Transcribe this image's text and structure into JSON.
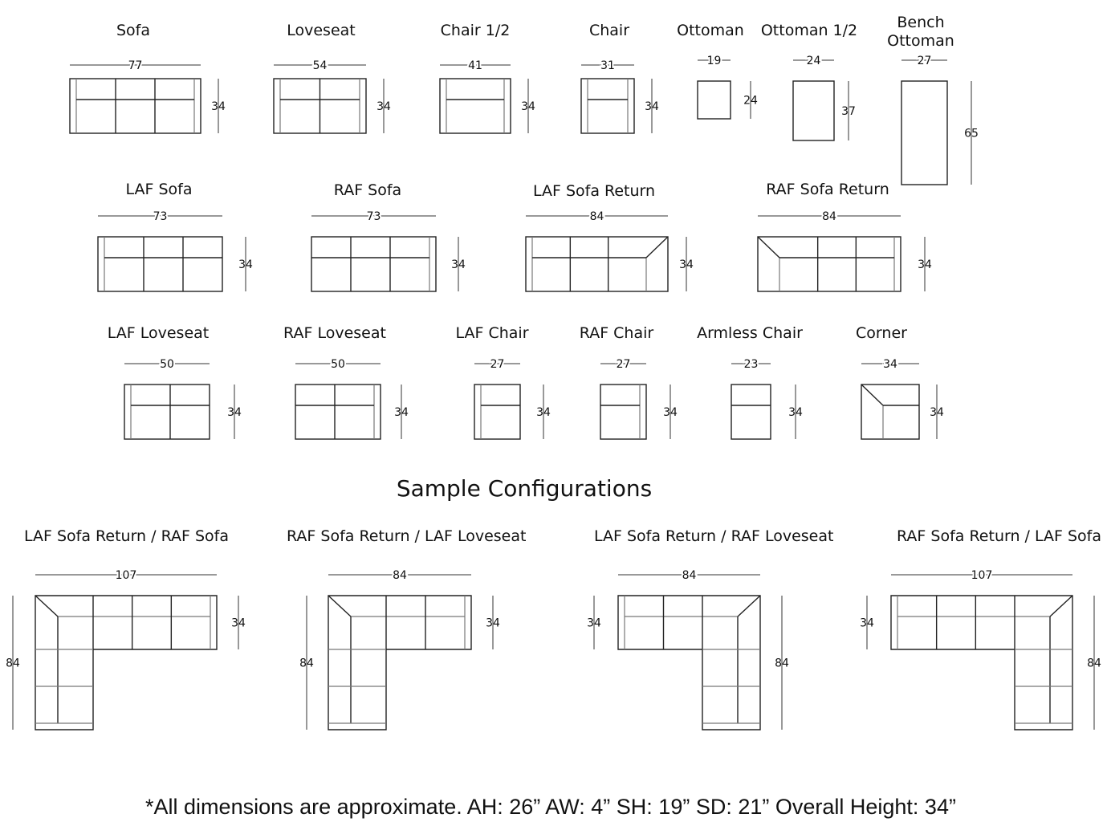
{
  "pieces": [
    {
      "name": "Sofa",
      "width": "77",
      "depth": "34"
    },
    {
      "name": "Loveseat",
      "width": "54",
      "depth": "34"
    },
    {
      "name": "Chair 1/2",
      "width": "41",
      "depth": "34"
    },
    {
      "name": "Chair",
      "width": "31",
      "depth": "34"
    },
    {
      "name": "Ottoman",
      "width": "19",
      "depth": "24"
    },
    {
      "name": "Ottoman 1/2",
      "width": "24",
      "depth": "37"
    },
    {
      "name": "Bench Ottoman",
      "name_lines": [
        "Bench",
        "Ottoman"
      ],
      "width": "27",
      "depth": "65"
    },
    {
      "name": "LAF Sofa",
      "width": "73",
      "depth": "34"
    },
    {
      "name": "RAF Sofa",
      "width": "73",
      "depth": "34"
    },
    {
      "name": "LAF Sofa Return",
      "width": "84",
      "depth": "34"
    },
    {
      "name": "RAF Sofa Return",
      "width": "84",
      "depth": "34"
    },
    {
      "name": "LAF Loveseat",
      "width": "50",
      "depth": "34"
    },
    {
      "name": "RAF Loveseat",
      "width": "50",
      "depth": "34"
    },
    {
      "name": "LAF Chair",
      "width": "27",
      "depth": "34"
    },
    {
      "name": "RAF Chair",
      "width": "27",
      "depth": "34"
    },
    {
      "name": "Armless Chair",
      "width": "23",
      "depth": "34"
    },
    {
      "name": "Corner",
      "width": "34",
      "depth": "34"
    }
  ],
  "section_title": "Sample Configurations",
  "configs": [
    {
      "name": "LAF Sofa Return / RAF Sofa",
      "width": "107",
      "depth": "34",
      "length": "84"
    },
    {
      "name": "RAF Sofa Return / LAF Loveseat",
      "width": "84",
      "depth": "34",
      "length": "84"
    },
    {
      "name": "LAF Sofa Return / RAF Loveseat",
      "width": "84",
      "depth": "34",
      "length": "84"
    },
    {
      "name": "RAF Sofa Return / LAF Sofa",
      "width": "107",
      "depth": "34",
      "length": "84"
    }
  ],
  "footnote": "*All dimensions are approximate. AH: 26” AW: 4” SH: 19” SD: 21” Overall Height: 34”"
}
